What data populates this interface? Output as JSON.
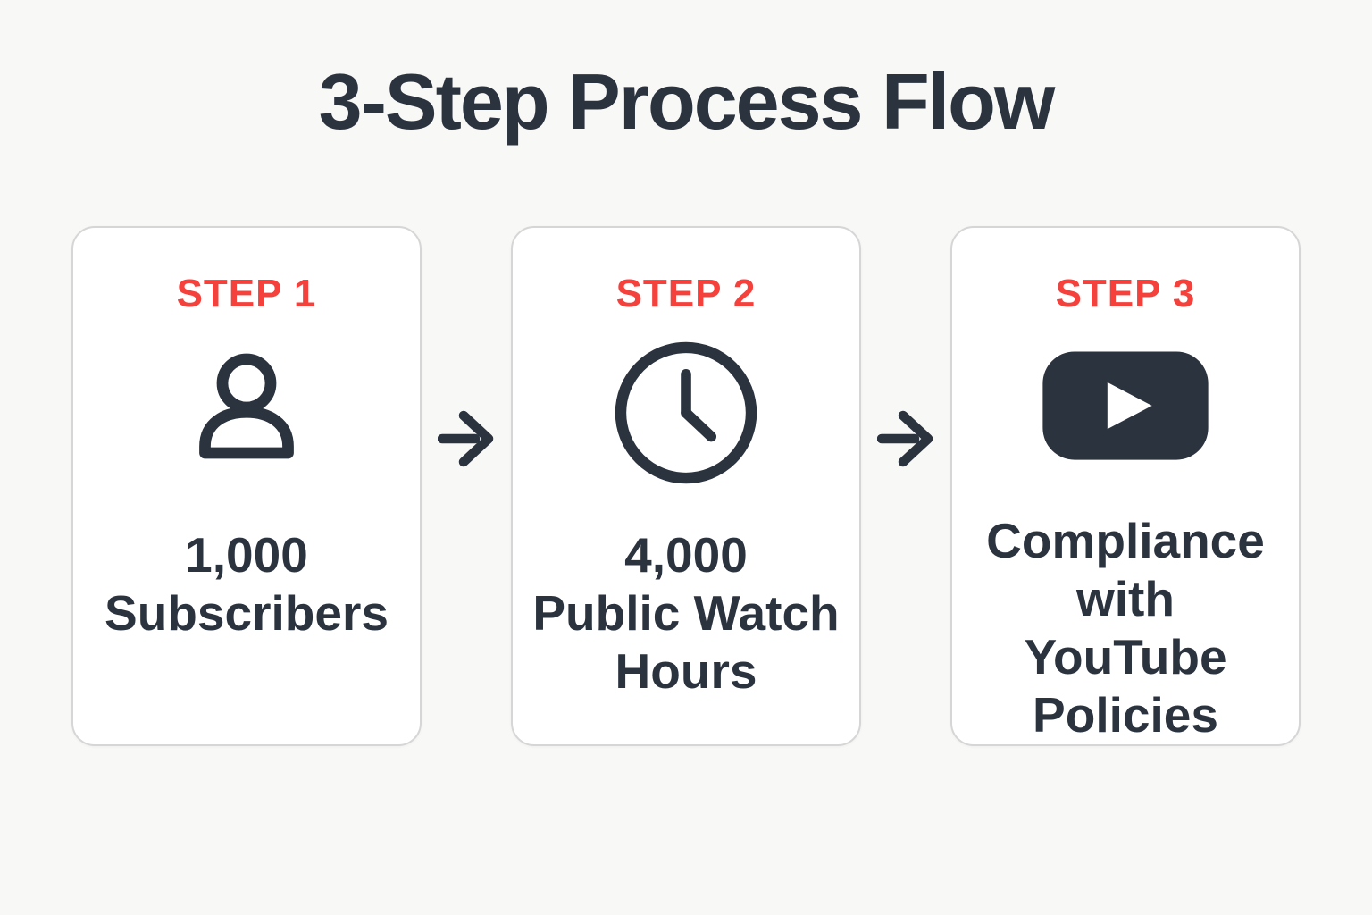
{
  "title": "3-Step Process Flow",
  "colors": {
    "background": "#f8f8f6",
    "card_background": "#ffffff",
    "card_border": "#d6d6d6",
    "accent_red": "#f5413c",
    "ink": "#2b333f"
  },
  "steps": [
    {
      "step_label": "STEP 1",
      "icon": "person-icon",
      "label": "1,000\nSubscribers"
    },
    {
      "step_label": "STEP 2",
      "icon": "clock-icon",
      "label": "4,000\nPublic Watch\nHours"
    },
    {
      "step_label": "STEP 3",
      "icon": "youtube-play-icon",
      "label": "Compliance\nwith YouTube\nPolicies"
    }
  ]
}
